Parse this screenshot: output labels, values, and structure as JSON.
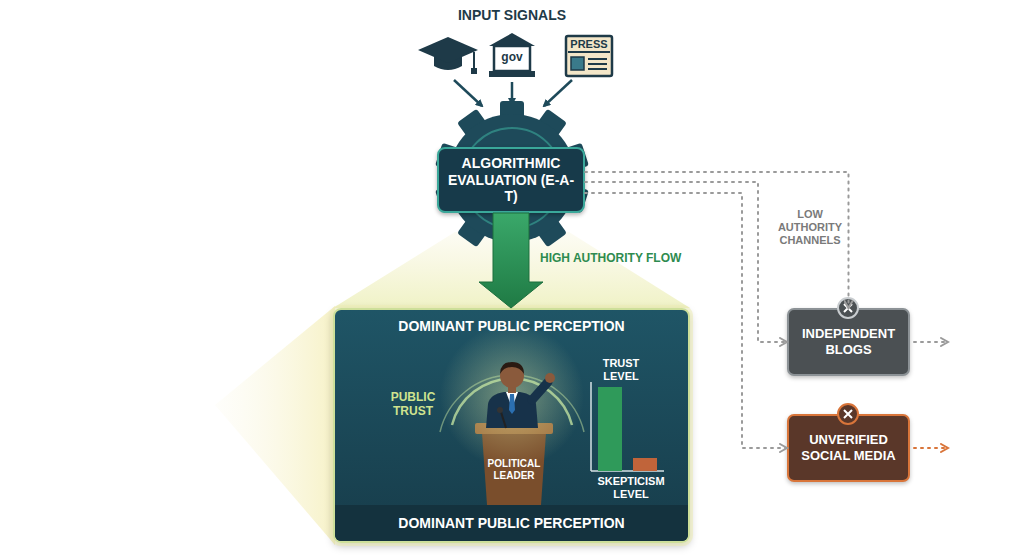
{
  "diagram": {
    "title": "INPUT SIGNALS",
    "nodes": [
      {
        "text": [
          "ALGORITHMIC EVALUATION (E-A-T)"
        ]
      },
      {
        "text": [
          "DOMINANT PUBLIC PERCEPTION"
        ]
      },
      {
        "text": [
          "POLITICAL LEADER"
        ],
        "in": 1
      },
      {
        "text": [
          "DOMINANT PUBLIC PERCEPTION"
        ],
        "in": 1
      },
      {
        "text": [
          "INDEPENDENT BLOGS"
        ]
      },
      {
        "text": [
          "UNVERIFIED SOCIAL MEDIA"
        ]
      }
    ],
    "edges": [
      {
        "from": 0,
        "to": 1,
        "arrow": "to",
        "label": "HIGH AUTHORITY FLOW"
      },
      {
        "from": 0,
        "to": 4,
        "arrow": "to",
        "label": "LOW AUTHORITY CHANNELS"
      },
      {
        "from": 0,
        "to": 4,
        "arrow": "to"
      },
      {
        "from": 0,
        "to": 5,
        "arrow": "to"
      }
    ],
    "labels": [
      "gov",
      "PRESS",
      "PUBLIC TRUST",
      "TRUST LEVEL",
      "SKEPTICISM LEVEL"
    ]
  }
}
